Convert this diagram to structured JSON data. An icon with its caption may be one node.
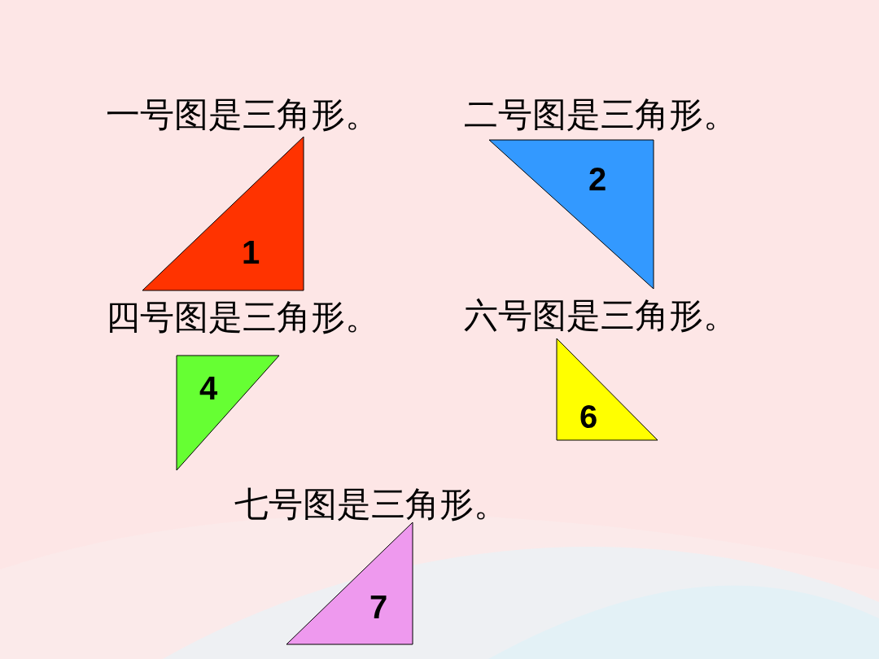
{
  "diagram": {
    "nodes": [
      {
        "text": [
          "1"
        ]
      },
      {
        "text": [
          "2"
        ]
      },
      {
        "text": [
          "4"
        ]
      },
      {
        "text": [
          "6"
        ]
      },
      {
        "text": [
          "7"
        ]
      }
    ],
    "labels": [
      "一号图是三角形。",
      "二号图是三角形。",
      "四号图是三角形。",
      "六号图是三角形。",
      "七号图是三角形。"
    ]
  }
}
